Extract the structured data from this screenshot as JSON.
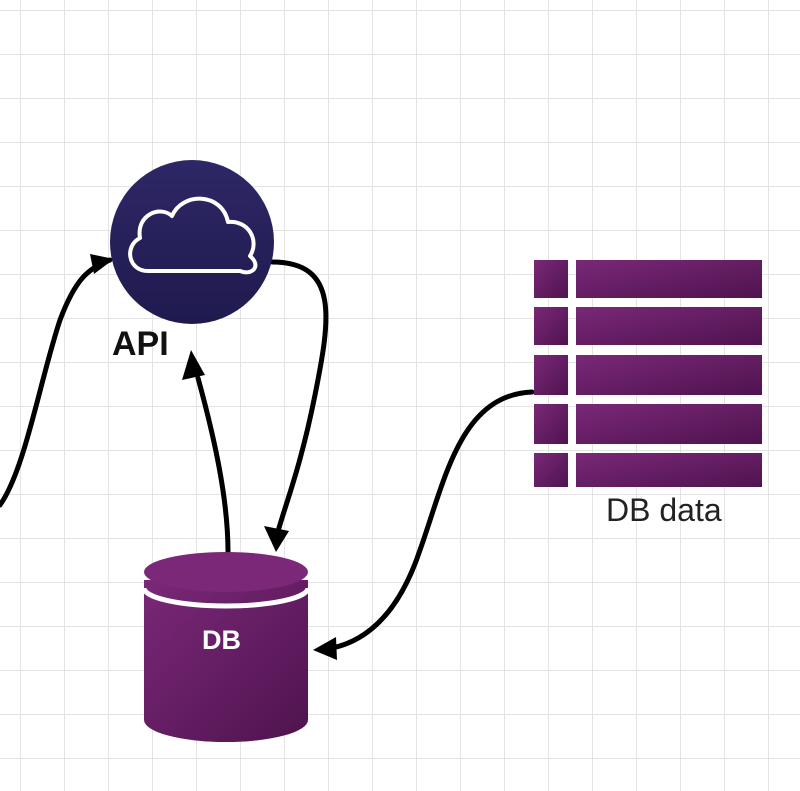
{
  "nodes": {
    "api": {
      "label": "API",
      "icon": "cloud-icon"
    },
    "db": {
      "label": "DB",
      "icon": "database-cylinder"
    },
    "db_data": {
      "label": "DB data",
      "icon": "table-rows-icon"
    }
  },
  "edges": [
    {
      "from": "left-offscreen",
      "to": "api"
    },
    {
      "from": "api",
      "to": "db"
    },
    {
      "from": "db",
      "to": "api"
    },
    {
      "from": "db_data",
      "to": "db"
    }
  ],
  "colors": {
    "api_fill": "#2b235f",
    "db_fill": "#6a1f66",
    "table_fill": "#6a1f66",
    "edge": "#000000",
    "grid": "#e3e3e3"
  }
}
